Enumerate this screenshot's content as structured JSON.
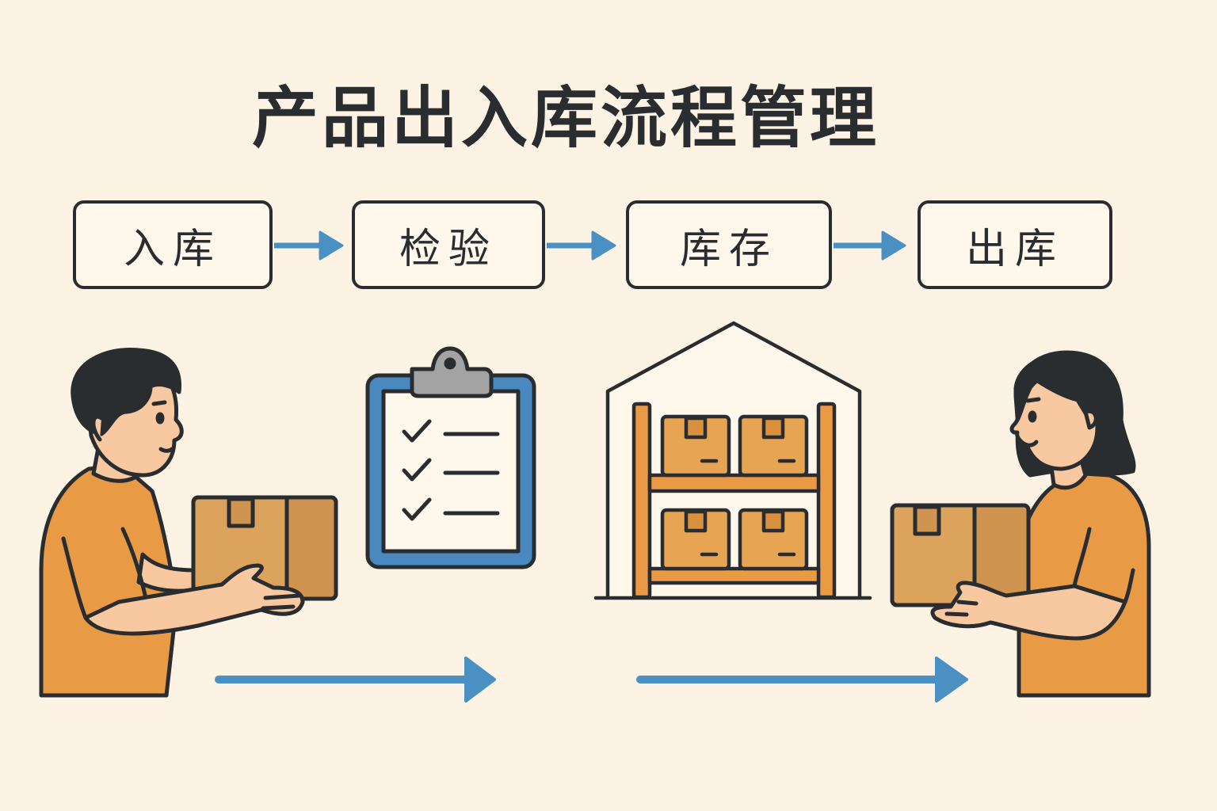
{
  "title": "产品出入库流程管理",
  "steps": [
    {
      "label": "入库"
    },
    {
      "label": "检验"
    },
    {
      "label": "库存"
    },
    {
      "label": "出库"
    }
  ],
  "colors": {
    "background": "#fdf3e4",
    "outline": "#2a2d30",
    "arrow": "#4a90c2",
    "shirt": "#e89a45",
    "skin": "#f8c9a0",
    "box": "#dca35c",
    "box_side": "#cf9450",
    "clipboard": "#4a89c0",
    "clip": "#a3a3a3",
    "shelf": "#ea9a45"
  },
  "illustrations": [
    {
      "name": "worker-receiving",
      "description": "man holding box"
    },
    {
      "name": "inspection-checklist",
      "items": 3
    },
    {
      "name": "warehouse-shelves",
      "boxes": 4
    },
    {
      "name": "worker-shipping",
      "description": "woman holding box"
    }
  ]
}
